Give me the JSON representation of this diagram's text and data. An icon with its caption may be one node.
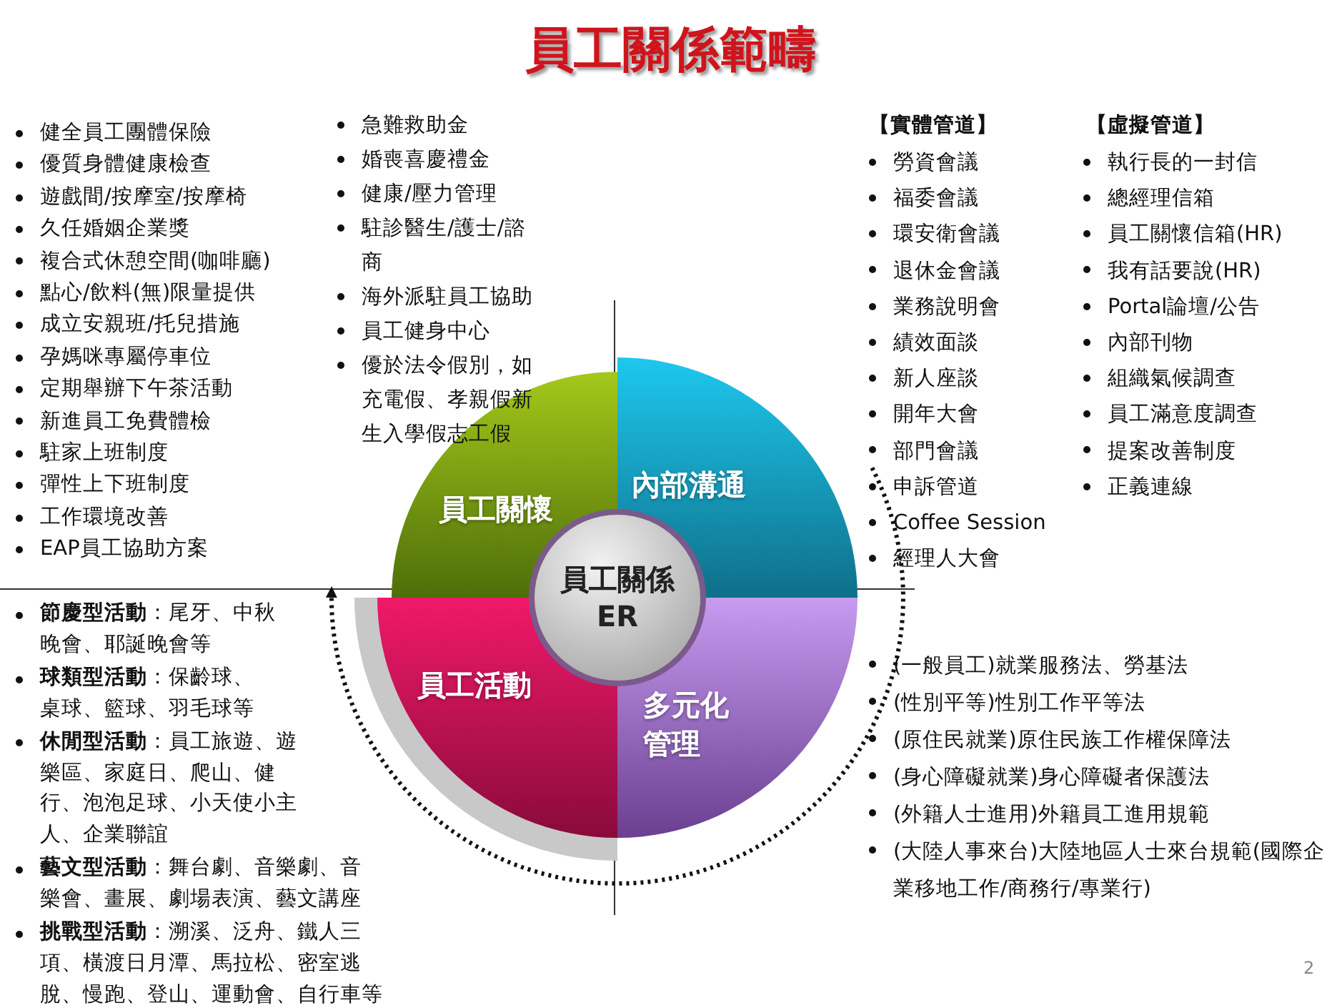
{
  "diagram": {
    "title": "員工關係範疇",
    "nodes": [
      {
        "text": [
          "員工關懷"
        ]
      },
      {
        "text": [
          "內部溝通"
        ]
      },
      {
        "text": [
          "員工活動"
        ]
      },
      {
        "text": [
          "多元化管理"
        ]
      },
      {
        "text": [
          "員工關係",
          "ER"
        ]
      }
    ],
    "labels": [
      "健全員工團體保險",
      "優質身體健康檢查",
      "遊戲間/按摩室/按摩椅",
      "久任婚姻企業獎",
      "複合式休憩空間(咖啡廳)",
      "點心/飲料(無)限量提供",
      "成立安親班/托兒措施",
      "孕媽咪專屬停車位",
      "定期舉辦下午茶活動",
      "新進員工免費體檢",
      "駐家上班制度",
      "彈性上下班制度",
      "工作環境改善",
      "EAP員工協助方案",
      "急難救助金",
      "婚喪喜慶禮金",
      "健康/壓力管理",
      "駐診醫生/護士/諮商",
      "海外派駐員工協助",
      "員工健身中心",
      "優於法令假別，如充電假、孝親假新生入學假志工假",
      "【實體管道】",
      "勞資會議",
      "福委會議",
      "環安衛會議",
      "退休金會議",
      "業務說明會",
      "績效面談",
      "新人座談",
      "開年大會",
      "部門會議",
      "申訴管道",
      "Coffee Session",
      "經理人大會",
      "【虛擬管道】",
      "執行長的一封信",
      "總經理信箱",
      "員工關懷信箱(HR)",
      "我有話要說(HR)",
      "Portal論壇/公告",
      "內部刊物",
      "組織氣候調查",
      "員工滿意度調查",
      "提案改善制度",
      "正義連線",
      "**節慶型活動**：尾牙、中秋晚會、耶誕晚會等",
      "**球類型活動**：保齡球、桌球、籃球、羽毛球等",
      "**休閒型活動**：員工旅遊、遊樂區、家庭日、爬山、健行、泡泡足球、小天使小主人、企業聯誼",
      "**藝文型活動**：舞台劇、音樂劇、音樂會、畫展、劇場表演、藝文講座",
      "**挑戰型活動**：溯溪、泛舟、鐵人三項、橫渡日月潭、馬拉松、密室逃脫、慢跑、登山、運動會、自行車等",
      "(一般員工)就業服務法、勞基法",
      "(性別平等)性別工作平等法",
      "(原住民就業)原住民族工作權保障法",
      "(身心障礙就業)身心障礙者保護法",
      "(外籍人士進用)外籍員工進用規範",
      "(大陸人事來台)大陸地區人士來台規範(國際企業移地工作/商務行/專業行)",
      "2"
    ]
  }
}
